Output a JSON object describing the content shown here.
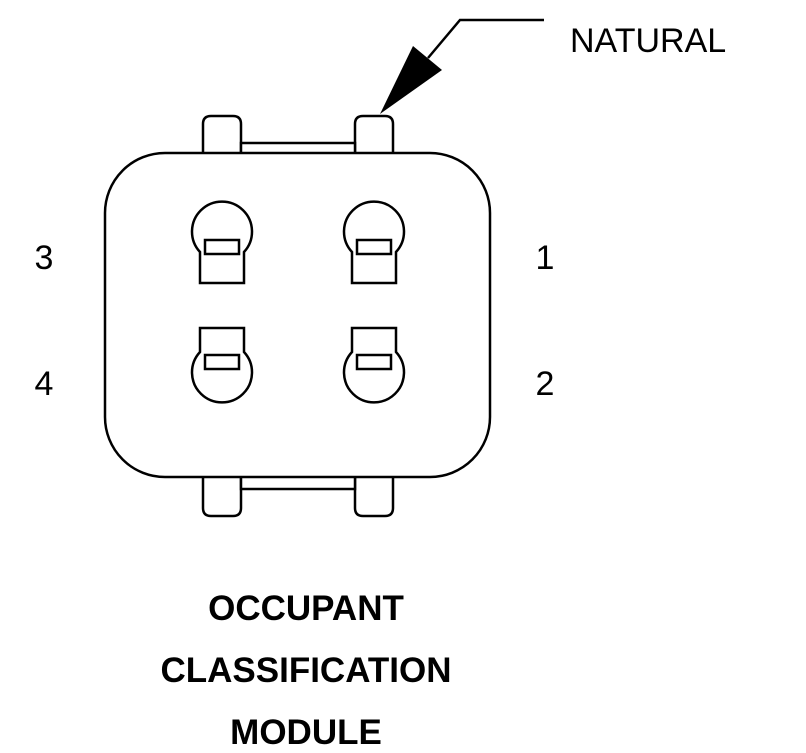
{
  "callout": {
    "label": "NATURAL"
  },
  "pins": [
    {
      "number": "1"
    },
    {
      "number": "2"
    },
    {
      "number": "3"
    },
    {
      "number": "4"
    }
  ],
  "title": {
    "lines": [
      "OCCUPANT",
      "CLASSIFICATION",
      "MODULE"
    ]
  }
}
